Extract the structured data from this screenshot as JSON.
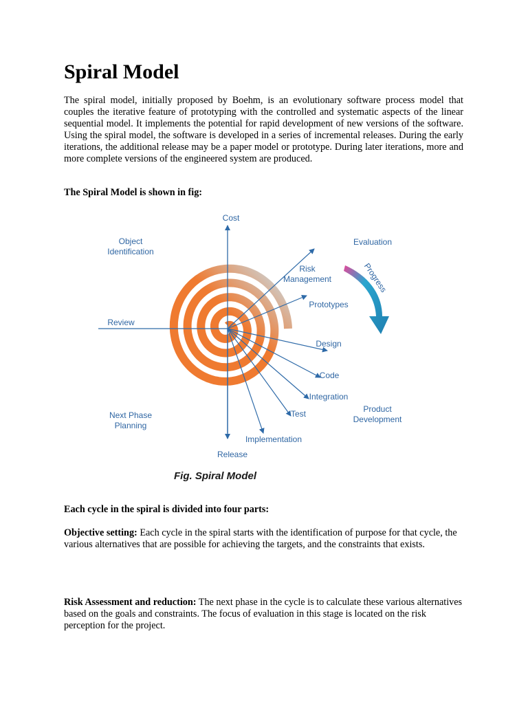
{
  "document": {
    "title": "Spiral Model",
    "intro": "The spiral model, initially proposed by Boehm, is an evolutionary software process model that couples the iterative feature of prototyping with the controlled and systematic aspects of the linear sequential model. It implements the potential for rapid development of new versions of the software. Using the spiral model, the software is developed in a series of incremental releases. During the early iterations, the additional release may be a paper model or prototype. During later iterations, more and more complete versions of the engineered system are produced.",
    "figure_heading": "The Spiral Model is shown in fig:",
    "cycle_heading": "Each cycle in the spiral is divided into four parts:",
    "sections": [
      {
        "label": "Objective setting:",
        "text": " Each cycle in the spiral starts with the identification of purpose for that cycle, the various alternatives that are possible for achieving the targets, and the constraints that exists."
      },
      {
        "label": "Risk Assessment and reduction:",
        "text": " The next phase in the cycle is to calculate these various alternatives based on the goals and constraints. The focus of evaluation in this stage is located on the risk perception for the project."
      }
    ]
  },
  "figure": {
    "caption": "Fig. Spiral Model",
    "labels": {
      "cost": "Cost",
      "object_identification_1": "Object",
      "object_identification_2": "Identification",
      "evaluation": "Evaluation",
      "risk_1": "Risk",
      "risk_2": "Management",
      "progress": "Progress",
      "prototypes": "Prototypes",
      "review": "Review",
      "design": "Design",
      "code": "Code",
      "integration": "Integration",
      "test": "Test",
      "product_1": "Product",
      "product_2": "Development",
      "next_phase_1": "Next Phase",
      "next_phase_2": "Planning",
      "implementation": "Implementation",
      "release": "Release"
    },
    "colors": {
      "spiral_orange": "#ef7a30",
      "spiral_grey": "#c9c6c3",
      "label_blue": "#2f66a3",
      "axis_blue": "#2e6aa8",
      "progress_arrow": "#2aa6cf"
    }
  }
}
